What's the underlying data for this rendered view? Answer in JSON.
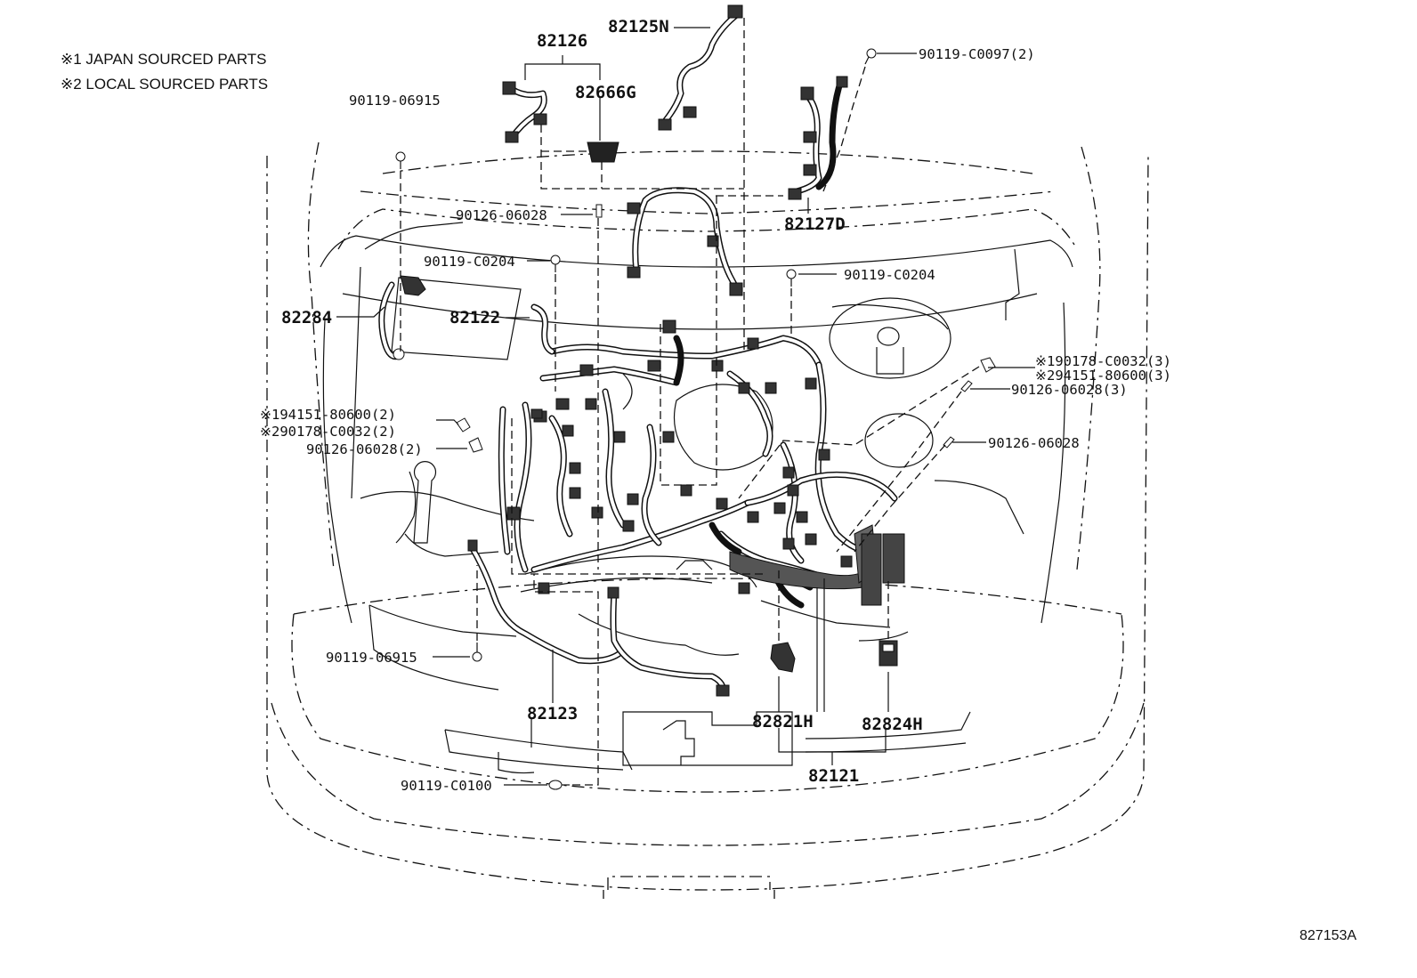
{
  "notes": {
    "japan": "※1 JAPAN SOURCED PARTS",
    "local": "※2 LOCAL SOURCED PARTS"
  },
  "parts": {
    "p82126": "82126",
    "p82125N": "82125N",
    "p82666G": "82666G",
    "p82127D": "82127D",
    "p82284": "82284",
    "p82122": "82122",
    "p82123": "82123",
    "p82821H": "82821H",
    "p82824H": "82824H",
    "p82121": "82121"
  },
  "fasteners": {
    "f90119_C0097": "90119-C0097(2)",
    "f90119_06915_top": "90119-06915",
    "f90126_06028_top": "90126-06028",
    "f90119_C0204_left": "90119-C0204",
    "f90119_C0204_right": "90119-C0204",
    "f190178_C0032_3": "※190178-C0032(3)",
    "f294151_80600_3": "※294151-80600(3)",
    "f90126_06028_3": "90126-06028(3)",
    "f194151_80600_2": "※194151-80600(2)",
    "f290178_C0032_2": "※290178-C0032(2)",
    "f90126_06028_2": "90126-06028(2)",
    "f90126_06028_right": "90126-06028",
    "f90119_06915_bottom": "90119-06915",
    "f90119_C0100": "90119-C0100"
  },
  "figure_ref": "827153A"
}
